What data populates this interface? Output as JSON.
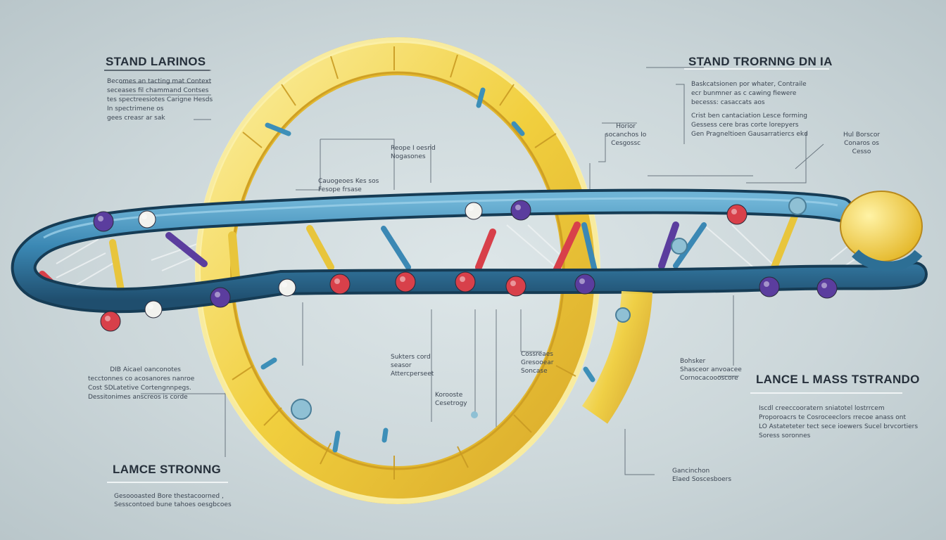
{
  "labels": {
    "tl_title": "STAND LARINOS",
    "tl_text": [
      "Becomes an tacting mat Context",
      "seceases fil chammand Contses",
      "tes spectreesiotes Carigne Hesds",
      "In spectrimene os",
      "gees creasr ar sak"
    ],
    "tr_title": "STAND TRORNNG DN IA",
    "tr_text": [
      "Baskcatsionen por whater, Contraile",
      "ecr bunmner as c cawing fiewere",
      "becesss: casaccats  aos",
      "Crist ben cantaciation Lesce forming",
      "Gessess cere bras corte lorepyers",
      "Gen Pragneltioen Gausarratiercs ekd"
    ],
    "mid_right_small": [
      "Horior",
      "socanchos Io",
      "Cesgossc"
    ],
    "far_right_small": [
      "Hul Borscor",
      "Conaros os",
      "Cesso"
    ],
    "center_top_right": [
      "Reope I oesnd",
      "Nogasones"
    ],
    "center_top_left": [
      "Cauogeoes Kes sos",
      "Fesope frsase"
    ],
    "bl_text": [
      "DIB Aicael oanconotes",
      "tecctonnes co acosanores nanroe",
      "Cost SDLatetive Cortengnnpegs.",
      "Dessitonimes anscreos is corde"
    ],
    "bl_title": "LAMCE STRONNG",
    "bl_caption": [
      "Gesoooasted Bore thestacoorned ,",
      "Sesscontoed bune tahoes oesgbcoes"
    ],
    "center_bottom_left": [
      "Sukters cord",
      "seasor",
      "Attercperseet"
    ],
    "center_bottom_right": [
      "Cossreaes",
      "Gresooear",
      "Soncase"
    ],
    "center_bottom_mid": [
      "Korooste",
      "Cesetrogy"
    ],
    "right_mid_small": [
      "Bohsker",
      "Shasceor anvoacee",
      "Cornocacoooscore"
    ],
    "br_title": "LANCE L MASS TSTRANDO",
    "br_text": [
      "Iscdl creeccooratern sniatotel lostrrcem",
      "Proporoacrs te Cosroceeclors rrecoe anass ont",
      "LO Astateteter tect sece ioewers Sucel brvcortiers",
      "Soress soronnes"
    ],
    "bottom_right_small": [
      "Gancinchon",
      "Elaed Soscesboers"
    ]
  },
  "colors": {
    "ring_outer": "#f3e07a",
    "ring_inner": "#f1cf3e",
    "strand_blue": "#3b88b4",
    "strand_dark": "#1f4e6e",
    "bead_purple": "#5b3d9e",
    "bead_red": "#d8404a",
    "bead_white": "#f2f2ee"
  },
  "beads": [
    {
      "color": "purple"
    },
    {
      "color": "white"
    },
    {
      "color": "white"
    },
    {
      "color": "purple"
    },
    {
      "color": "red"
    },
    {
      "color": "white"
    },
    {
      "color": "red"
    },
    {
      "color": "purple"
    },
    {
      "color": "white"
    },
    {
      "color": "red"
    },
    {
      "color": "red"
    },
    {
      "color": "red"
    },
    {
      "color": "red"
    },
    {
      "color": "purple"
    },
    {
      "color": "purple"
    },
    {
      "color": "purple"
    }
  ]
}
